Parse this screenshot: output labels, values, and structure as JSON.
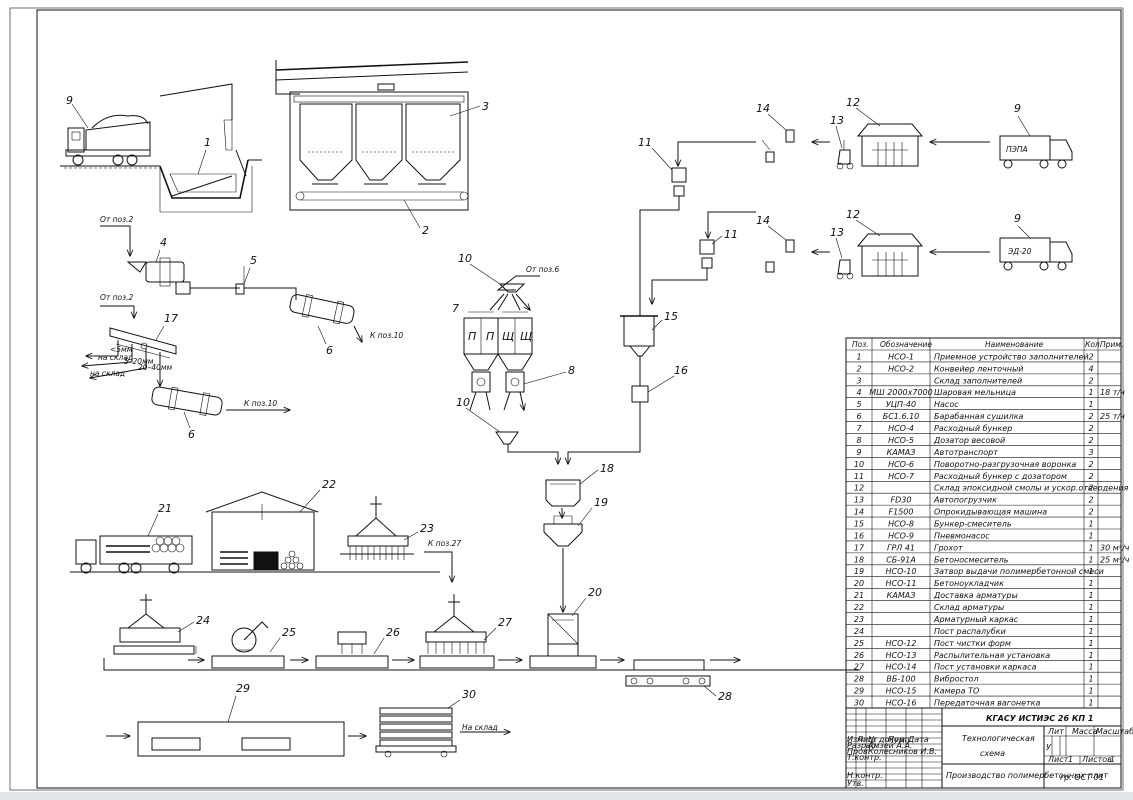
{
  "positions": {
    "p1": "1",
    "p2": "2",
    "p3": "3",
    "p4": "4",
    "p5": "5",
    "p6a": "6",
    "p6b": "6",
    "p7": "7",
    "p8": "8",
    "p9a": "9",
    "p9b": "9",
    "p9c": "9",
    "p10a": "10",
    "p10b": "10",
    "p11a": "11",
    "p11b": "11",
    "p12a": "12",
    "p12b": "12",
    "p13a": "13",
    "p13b": "13",
    "p14a": "14",
    "p14b": "14",
    "p15": "15",
    "p16": "16",
    "p17": "17",
    "p18": "18",
    "p19": "19",
    "p20": "20",
    "p21": "21",
    "p22": "22",
    "p23": "23",
    "p24": "24",
    "p25": "25",
    "p26": "26",
    "p27": "27",
    "p28": "28",
    "p29": "29",
    "p30": "30"
  },
  "notes": {
    "from_pos2_a": "От поз.2",
    "from_pos2_b": "От поз.2",
    "from_pos6": "От поз.6",
    "to_pos10_a": "К поз.10",
    "to_pos10_b": "К поз.10",
    "to_pos27": "К поз.27",
    "to_warehouse": "На склад",
    "truck_a": "ПЭПА",
    "truck_b": "ЭД-20",
    "screen_out1": "<5мм",
    "screen_out2": "на склад",
    "screen_out3": "5–20мм",
    "screen_out4": "20–40мм",
    "screen_out5": "на склад",
    "bin_p1": "П",
    "bin_p2": "П",
    "bin_sh1": "Щ",
    "bin_sh2": "Щ"
  },
  "spec_table": {
    "headers": [
      "Поз.",
      "Обозначение",
      "Наименование",
      "Кол.",
      "Прим."
    ],
    "rows": [
      {
        "pos": "1",
        "code": "НСО-1",
        "name": "Приемное устройство заполнителей",
        "qty": "2",
        "note": ""
      },
      {
        "pos": "2",
        "code": "НСО-2",
        "name": "Конвейер ленточный",
        "qty": "4",
        "note": ""
      },
      {
        "pos": "3",
        "code": "",
        "name": "Склад заполнителей",
        "qty": "2",
        "note": ""
      },
      {
        "pos": "4",
        "code": "МШ 2000х7000",
        "name": "Шаровая мельница",
        "qty": "1",
        "note": "18 т/ч"
      },
      {
        "pos": "5",
        "code": "УЦП-40",
        "name": "Насос",
        "qty": "1",
        "note": ""
      },
      {
        "pos": "6",
        "code": "БС1.6.10",
        "name": "Барабанная сушилка",
        "qty": "2",
        "note": "25 т/ч"
      },
      {
        "pos": "7",
        "code": "НСО-4",
        "name": "Расходный бункер",
        "qty": "2",
        "note": ""
      },
      {
        "pos": "8",
        "code": "НСО-5",
        "name": "Дозатор весовой",
        "qty": "2",
        "note": ""
      },
      {
        "pos": "9",
        "code": "КАМАЗ",
        "name": "Автотранспорт",
        "qty": "3",
        "note": ""
      },
      {
        "pos": "10",
        "code": "НСО-6",
        "name": "Поворотно-разгрузочная воронка",
        "qty": "2",
        "note": ""
      },
      {
        "pos": "11",
        "code": "НСО-7",
        "name": "Расходный бункер с дозатором",
        "qty": "2",
        "note": ""
      },
      {
        "pos": "12",
        "code": "",
        "name": "Склад эпоксидной смолы и ускор.отвердения",
        "qty": "2",
        "note": ""
      },
      {
        "pos": "13",
        "code": "FD30",
        "name": "Автопогрузчик",
        "qty": "2",
        "note": ""
      },
      {
        "pos": "14",
        "code": "F1500",
        "name": "Опрокидывающая машина",
        "qty": "2",
        "note": ""
      },
      {
        "pos": "15",
        "code": "НСО-8",
        "name": "Бункер-смеситель",
        "qty": "1",
        "note": ""
      },
      {
        "pos": "16",
        "code": "НСО-9",
        "name": "Пневмонасос",
        "qty": "1",
        "note": ""
      },
      {
        "pos": "17",
        "code": "ГРЛ 41",
        "name": "Грохот",
        "qty": "1",
        "note": "30 м³/ч"
      },
      {
        "pos": "18",
        "code": "СБ-91А",
        "name": "Бетоносмеситель",
        "qty": "1",
        "note": "25 м³/ч"
      },
      {
        "pos": "19",
        "code": "НСО-10",
        "name": "Затвор выдачи полимербетонной смеси",
        "qty": "1",
        "note": ""
      },
      {
        "pos": "20",
        "code": "НСО-11",
        "name": "Бетоноукладчик",
        "qty": "1",
        "note": ""
      },
      {
        "pos": "21",
        "code": "КАМАЗ",
        "name": "Доставка арматуры",
        "qty": "1",
        "note": ""
      },
      {
        "pos": "22",
        "code": "",
        "name": "Склад арматуры",
        "qty": "1",
        "note": ""
      },
      {
        "pos": "23",
        "code": "",
        "name": "Арматурный каркас",
        "qty": "1",
        "note": ""
      },
      {
        "pos": "24",
        "code": "",
        "name": "Пост распалубки",
        "qty": "1",
        "note": ""
      },
      {
        "pos": "25",
        "code": "НСО-12",
        "name": "Пост чистки форм",
        "qty": "1",
        "note": ""
      },
      {
        "pos": "26",
        "code": "НСО-13",
        "name": "Распылительная установка",
        "qty": "1",
        "note": ""
      },
      {
        "pos": "27",
        "code": "НСО-14",
        "name": "Пост установки каркаса",
        "qty": "1",
        "note": ""
      },
      {
        "pos": "28",
        "code": "ВБ-100",
        "name": "Вибростол",
        "qty": "1",
        "note": ""
      },
      {
        "pos": "29",
        "code": "НСО-15",
        "name": "Камера ТО",
        "qty": "1",
        "note": ""
      },
      {
        "pos": "30",
        "code": "НСО-16",
        "name": "Передаточная вагонетка",
        "qty": "1",
        "note": ""
      }
    ]
  },
  "title_block": {
    "org": "КГАСУ ИСТИЭС 26 КП 1",
    "doc_title_1": "Технологическая",
    "doc_title_2": "схема",
    "project": "Производство полимербетонных плит",
    "group": "гр. ОСТ 01",
    "col_lit": "Лит",
    "col_mass": "Масса",
    "col_scale": "Масштаб",
    "lit_value": "У",
    "sheet_label": "Лист",
    "sheet_value": "1",
    "sheets_label": "Листов",
    "sheets_value": "1",
    "h_izm": "Изм",
    "h_list": "Лист",
    "h_ndoc": "№ докум.",
    "h_podp": "Подп.",
    "h_data": "Дата",
    "r_razrab": "Разраб.",
    "r_razrab_name": "Амзей А.А.",
    "r_prov": "Пров.",
    "r_prov_name": "Колесников И.В.",
    "r_tkontr": "Т.контр.",
    "r_nkontr": "Н.контр.",
    "r_utv": "Утв."
  }
}
